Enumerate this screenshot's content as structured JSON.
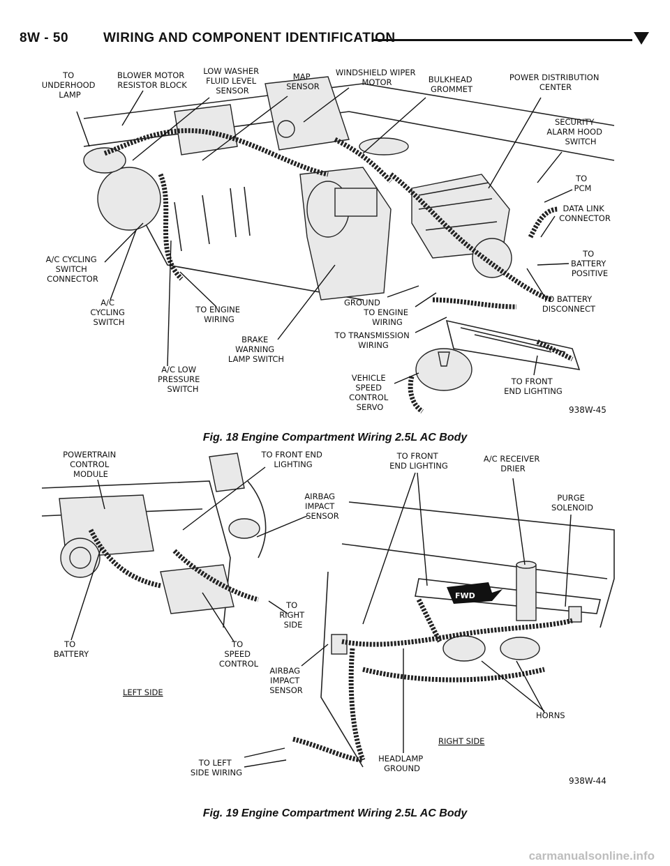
{
  "header": {
    "page": "8W - 50",
    "section": "WIRING AND COMPONENT IDENTIFICATION"
  },
  "figure18": {
    "caption": "Fig. 18 Engine Compartment Wiring 2.5L AC Body",
    "code": "938W-45",
    "labels": {
      "underhood_lamp": [
        "TO",
        "UNDERHOOD",
        "LAMP"
      ],
      "blower_motor": [
        "BLOWER MOTOR",
        "RESISTOR BLOCK"
      ],
      "low_washer": [
        "LOW WASHER",
        "FLUID LEVEL",
        "SENSOR"
      ],
      "map_sensor": [
        "MAP",
        "SENSOR"
      ],
      "wiper_motor": [
        "WINDSHIELD WIPER",
        "MOTOR"
      ],
      "bulkhead": [
        "BULKHEAD",
        "GROMMET"
      ],
      "pdc": [
        "POWER DISTRIBUTION",
        "CENTER"
      ],
      "security": [
        "SECURITY",
        "ALARM HOOD",
        "SWITCH"
      ],
      "pcm": [
        "TO",
        "PCM"
      ],
      "data_link": [
        "DATA LINK",
        "CONNECTOR"
      ],
      "battery_pos": [
        "TO",
        "BATTERY",
        "POSITIVE"
      ],
      "battery_disc": [
        "TO BATTERY",
        "DISCONNECT"
      ],
      "ac_cycling_conn": [
        "A/C CYCLING",
        "SWITCH",
        "CONNECTOR"
      ],
      "ac_cycling_sw": [
        "A/C",
        "CYCLING",
        "SWITCH"
      ],
      "engine_wiring_left": [
        "TO ENGINE",
        "WIRING"
      ],
      "ground": "GROUND",
      "engine_wiring_right": [
        "TO ENGINE",
        "WIRING"
      ],
      "transmission": [
        "TO TRANSMISSION",
        "WIRING"
      ],
      "brake": [
        "BRAKE",
        "WARNING",
        "LAMP SWITCH"
      ],
      "ac_low": [
        "A/C LOW",
        "PRESSURE",
        "SWITCH"
      ],
      "vsc_servo": [
        "VEHICLE",
        "SPEED",
        "CONTROL",
        "SERVO"
      ],
      "front_end_lighting": [
        "TO FRONT",
        "END LIGHTING"
      ]
    }
  },
  "figure19": {
    "caption": "Fig. 19 Engine Compartment Wiring 2.5L AC Body",
    "code": "938W-44",
    "labels": {
      "pcm_module": [
        "POWERTRAIN",
        "CONTROL",
        "MODULE"
      ],
      "front_end_left": [
        "TO FRONT END",
        "LIGHTING"
      ],
      "front_end_right": [
        "TO FRONT",
        "END LIGHTING"
      ],
      "ac_receiver": [
        "A/C RECEIVER",
        "DRIER"
      ],
      "purge": [
        "PURGE",
        "SOLENOID"
      ],
      "airbag_top": [
        "AIRBAG",
        "IMPACT",
        "SENSOR"
      ],
      "right_side_conn": [
        "TO",
        "RIGHT",
        "SIDE"
      ],
      "battery": [
        "TO",
        "BATTERY"
      ],
      "speed_control": [
        "TO",
        "SPEED",
        "CONTROL"
      ],
      "airbag_bottom": [
        "AIRBAG",
        "IMPACT",
        "SENSOR"
      ],
      "left_side": "LEFT SIDE",
      "horns": "HORNS",
      "right_side": "RIGHT SIDE",
      "left_side_wiring": [
        "TO LEFT",
        "SIDE WIRING"
      ],
      "headlamp_ground": [
        "HEADLAMP",
        "GROUND"
      ],
      "fwd": "FWD"
    }
  },
  "watermark": "carmanualsonline.info"
}
